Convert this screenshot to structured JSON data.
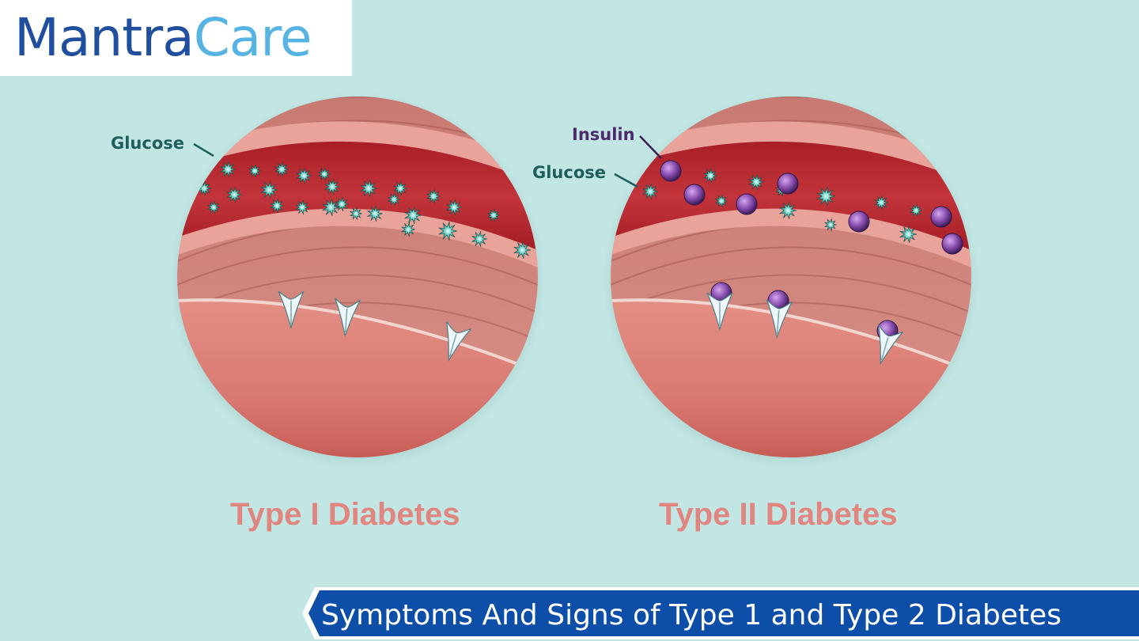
{
  "logo": {
    "part1": "Mantra",
    "part2": "Care"
  },
  "type1": {
    "caption": "Type I Diabetes",
    "glucose_label": "Glucose"
  },
  "type2": {
    "caption": "Type II Diabetes",
    "glucose_label": "Glucose",
    "insulin_label": "Insulin"
  },
  "banner": {
    "title": "Symptoms And Signs of Type 1 and Type 2 Diabetes"
  },
  "colors": {
    "background": "#c2e6e4",
    "logo_dark_blue": "#1f4f9e",
    "logo_light_blue": "#56b4e5",
    "caption": "#e08580",
    "glucose_label": "#1e5e5a",
    "insulin_label": "#4e2a6a",
    "banner": "#0d4fa8",
    "blood_vessel": "#b8262c",
    "glucose": "#2e8e86",
    "insulin": "#8a4fb0"
  },
  "icons": [
    "glucose-molecule-icon",
    "insulin-molecule-icon",
    "insulin-receptor-icon"
  ]
}
